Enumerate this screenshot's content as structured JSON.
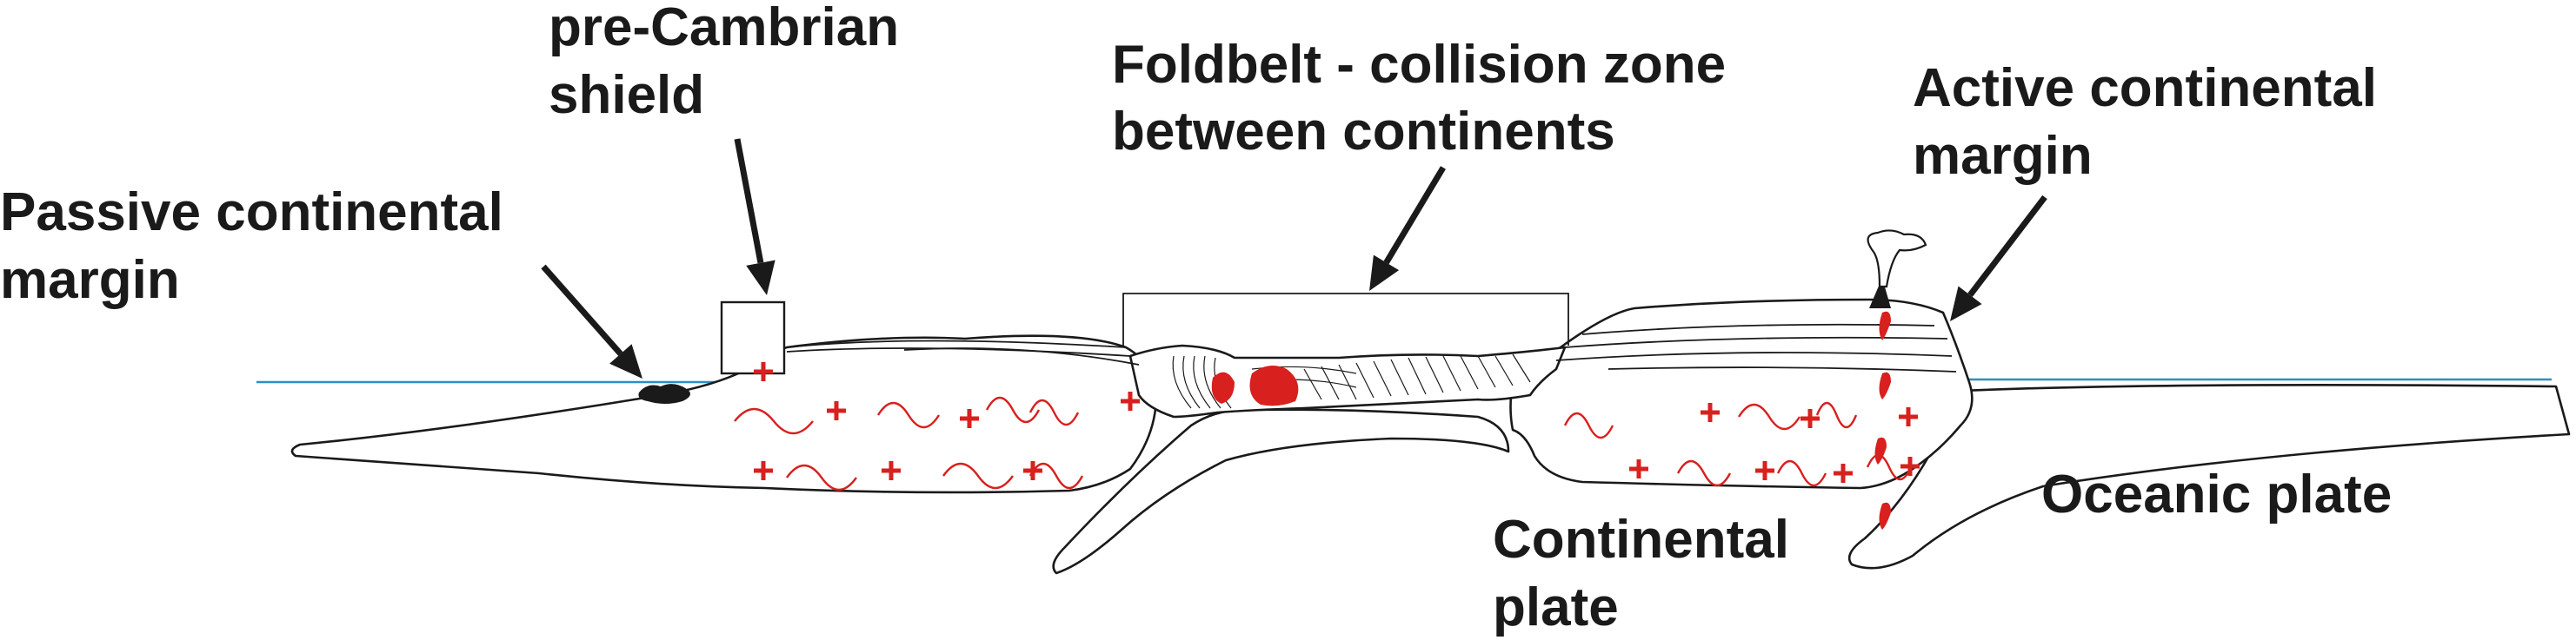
{
  "labels": {
    "passive_margin": [
      "Passive continental",
      "margin"
    ],
    "shield": [
      "pre-Cambrian",
      "shield"
    ],
    "foldbelt": [
      "Foldbelt - collision zone",
      "between continents"
    ],
    "active_margin": [
      "Active continental",
      "margin"
    ],
    "continental_plate": [
      "Continental",
      "plate"
    ],
    "oceanic_plate": "Oceanic plate"
  },
  "colors": {
    "sea_level": "#2a8fc4",
    "granite_red": "#d8201e",
    "outline": "#1a1a1a",
    "sediment": "#1a1a1a"
  }
}
